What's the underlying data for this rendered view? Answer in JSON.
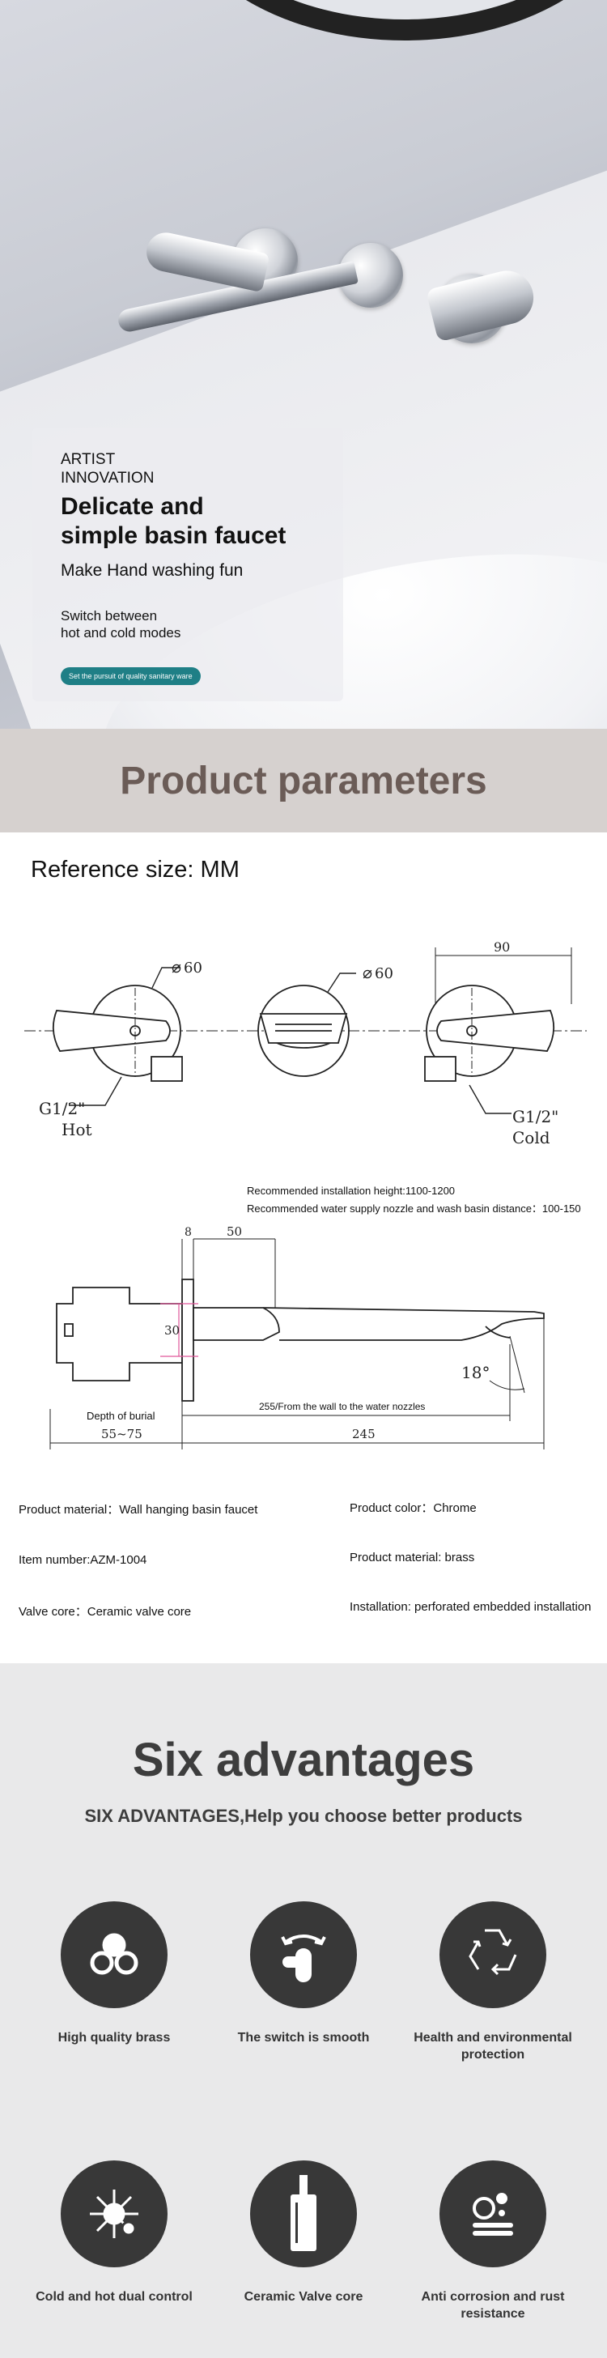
{
  "hero": {
    "brand_line1": "ARTIST",
    "brand_line2": "INNOVATION",
    "title_line1": "Delicate and",
    "title_line2": "simple basin faucet",
    "subtitle": "Make Hand washing fun",
    "switch_line1": "Switch between",
    "switch_line2": "hot and cold modes",
    "pill": "Set the pursuit of quality sanitary ware"
  },
  "parameters": {
    "banner_title": "Product parameters",
    "reference_size": "Reference size: MM",
    "front_view": {
      "dia_left": "60",
      "dia_right": "60",
      "width": "90",
      "hot_thread": "G1/2\"",
      "hot_label": "Hot",
      "cold_thread": "G1/2\"",
      "cold_label": "Cold"
    },
    "note_height": "Recommended installation height:1100-1200",
    "note_distance": "Recommended water supply nozzle and wash basin distance：100-150",
    "side_view": {
      "dim_8": "8",
      "dim_50": "50",
      "dim_30": "30",
      "angle": "18°",
      "spout_note": "255/From the wall to the water nozzles",
      "burial_label": "Depth of burial",
      "burial_range": "55~75",
      "length": "245"
    },
    "specs": {
      "material": "Product material：Wall hanging basin faucet",
      "color": "Product color：Chrome",
      "item_number": "Item number:AZM-1004",
      "material2": "Product material: brass",
      "valve_core": "Valve core：Ceramic valve core",
      "installation": "Installation: perforated embedded installation"
    }
  },
  "advantages": {
    "title": "Six advantages",
    "subtitle": "SIX ADVANTAGES,Help you choose better products",
    "items": [
      {
        "label": "High quality brass",
        "icon": "brass-circles-icon"
      },
      {
        "label": "The switch is smooth",
        "icon": "lever-switch-icon"
      },
      {
        "label": "Health and environmental protection",
        "icon": "recycle-icon"
      },
      {
        "label": "Cold and hot dual control",
        "icon": "hot-cold-icon"
      },
      {
        "label": "Ceramic Valve core",
        "icon": "valve-cartridge-icon"
      },
      {
        "label": "Anti corrosion and rust resistance",
        "icon": "water-drops-icon"
      }
    ]
  }
}
